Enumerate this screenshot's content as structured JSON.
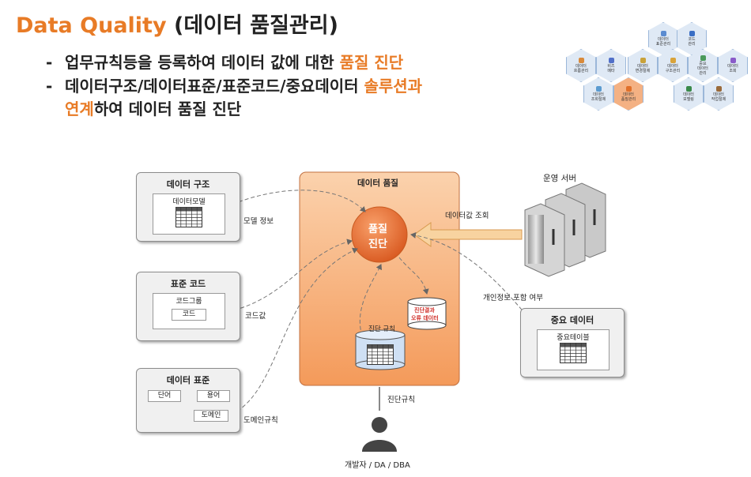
{
  "header": {
    "title_accent": "Data Quality",
    "title_rest": " (데이터 품질관리)",
    "bullet1_dash": "-",
    "bullet1_text": "업무규칙등을 등록하여 데이터 값에 대한 ",
    "bullet1_highlight": "품질 진단",
    "bullet2_dash": "-",
    "bullet2_text": "데이터구조/데이터표준/표준코드/중요데이터 ",
    "bullet2_highlight": "솔루션과",
    "bullet3_highlight": "연계",
    "bullet3_text": "하여 데이터 품질 진단"
  },
  "hex_menu": [
    {
      "label": "데이터\n표준관리",
      "icon_color": "#5b8bd0",
      "active": false
    },
    {
      "label": "코드\n관리",
      "icon_color": "#3a6ec4",
      "active": false
    },
    {
      "label": "데이터\n흐름관리",
      "icon_color": "#d98a3a",
      "active": false
    },
    {
      "label": "비즈\n메타",
      "icon_color": "#5170c9",
      "active": false
    },
    {
      "label": "데이터\n변경절제",
      "icon_color": "#c9a23a",
      "active": false
    },
    {
      "label": "데이터\n구조관리",
      "icon_color": "#d9a33a",
      "active": false
    },
    {
      "label": "중요\n데이터\n관리",
      "icon_color": "#4a9a5b",
      "active": false
    },
    {
      "label": "데이터\n조회",
      "icon_color": "#8a5bc9",
      "active": false
    },
    {
      "label": "데이터\n조회절제",
      "icon_color": "#5b9bd0",
      "active": false
    },
    {
      "label": "데이터\n품질관리",
      "icon_color": "#e0702a",
      "active": true
    },
    {
      "label": "데이터\n모델링",
      "icon_color": "#3a8a4a",
      "active": false
    },
    {
      "label": "데이터\n작업절제",
      "icon_color": "#9a6a3a",
      "active": false
    }
  ],
  "diagram": {
    "data_structure": {
      "title": "데이터 구조",
      "inner": "데이터모델"
    },
    "std_code": {
      "title": "표준 코드",
      "inner": "코드그룹",
      "code": "코드"
    },
    "data_std": {
      "title": "데이터 표준",
      "word": "단어",
      "term": "용어",
      "domain": "도메인"
    },
    "quality": {
      "title": "데이터 품질",
      "diag_line1": "품질",
      "diag_line2": "진단",
      "rules": "진단 규칙",
      "result_line1": "진단결과",
      "result_line2": "오류 데이터"
    },
    "server": {
      "title": "운영 서버"
    },
    "important": {
      "title": "중요 데이터",
      "inner": "중요테이블"
    },
    "labels": {
      "model_info": "모델 정보",
      "code_value": "코드값",
      "domain_rule": "도메인규칙",
      "data_query": "데이터값 조회",
      "personal": "개인정보 포함 여부",
      "diag_rule": "진단규칙",
      "developer": "개발자 / DA / DBA"
    },
    "colors": {
      "quality_fill": "#f6b27a",
      "diag_circle": "#e86a30",
      "arrow": "#f5c27b",
      "result_red": "#d0302a"
    }
  }
}
